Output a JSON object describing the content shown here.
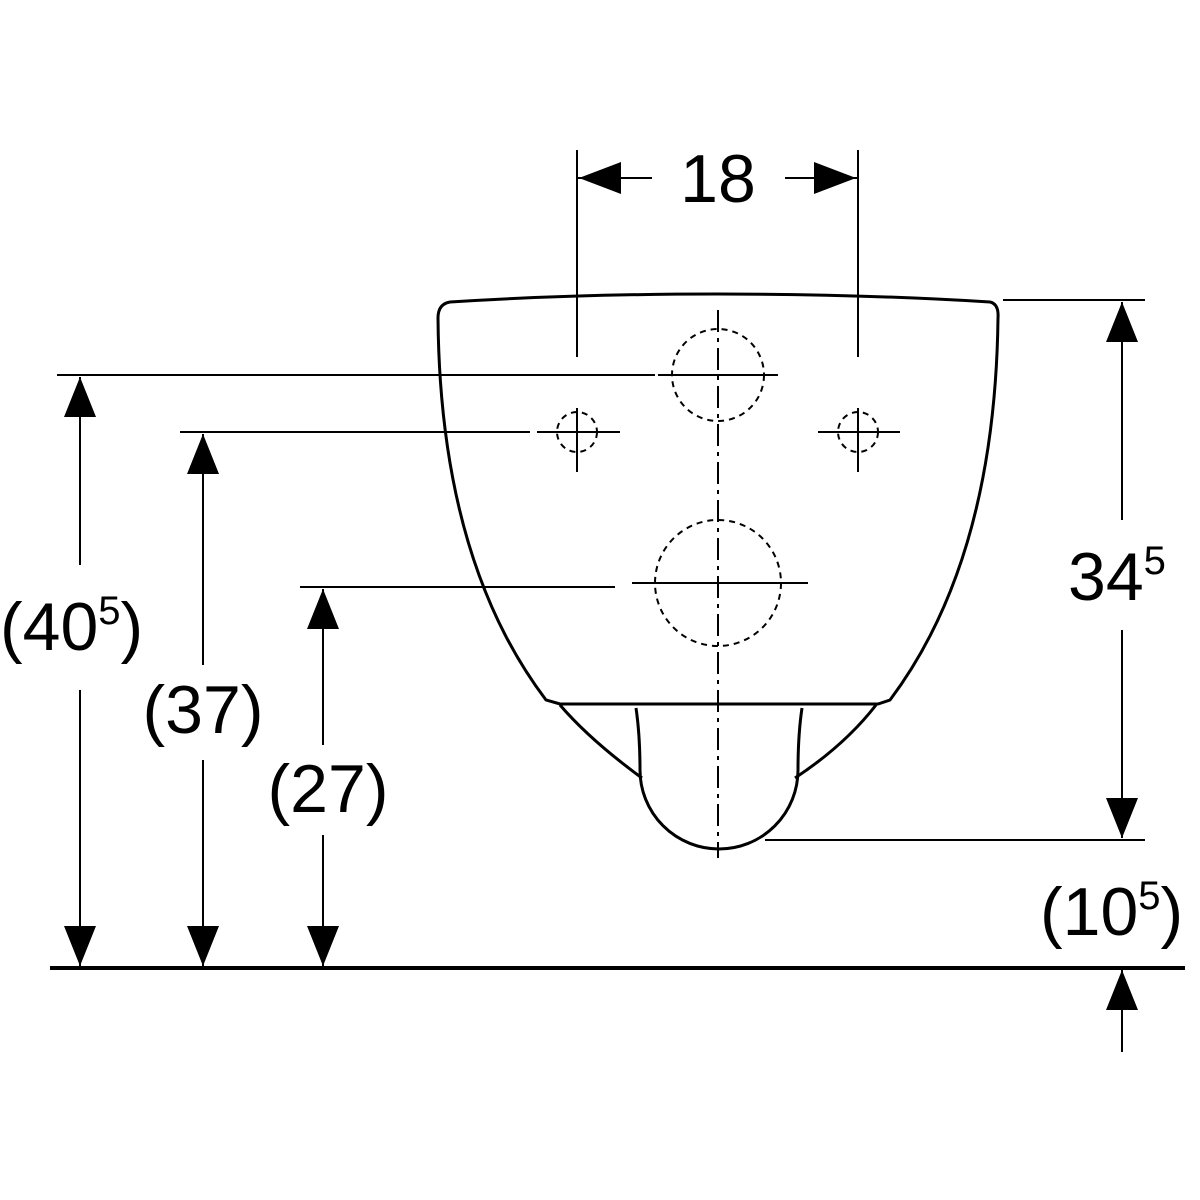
{
  "dimensions": {
    "fixing_spacing": {
      "main": "18"
    },
    "bowl_height": {
      "main": "34",
      "sup": "5"
    },
    "top_fixing_height": {
      "open": "(",
      "main": "40",
      "sup": "5",
      "close": ")"
    },
    "bolt_height": {
      "main": "(37)"
    },
    "outlet_height": {
      "main": "(27)"
    },
    "floor_clearance": {
      "open": "(",
      "main": "10",
      "sup": "5",
      "close": ")"
    }
  }
}
